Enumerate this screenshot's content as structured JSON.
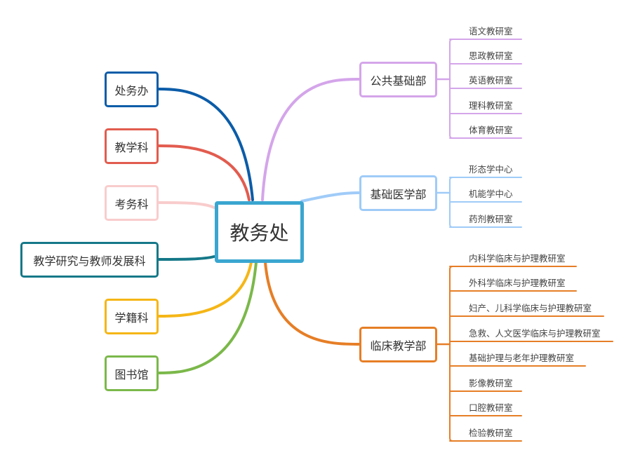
{
  "root": {
    "label": "教务处",
    "color": "#3aa6d0"
  },
  "left_branches": [
    {
      "label": "处务办",
      "color": "#0b5ca8"
    },
    {
      "label": "教学科",
      "color": "#e25c4f"
    },
    {
      "label": "考务科",
      "color": "#f9cccc"
    },
    {
      "label": "教学研究与教师发展科",
      "color": "#157888"
    },
    {
      "label": "学籍科",
      "color": "#f5b616"
    },
    {
      "label": "图书馆",
      "color": "#7bb84a"
    }
  ],
  "right_branches": [
    {
      "label": "公共基础部",
      "color": "#d4a5ea",
      "children": [
        "语文教研室",
        "思政教研室",
        "英语教研室",
        "理科教研室",
        "体育教研室"
      ]
    },
    {
      "label": "基础医学部",
      "color": "#9fcbf8",
      "children": [
        "形态学中心",
        "机能学中心",
        "药剂教研室"
      ]
    },
    {
      "label": "临床教学部",
      "color": "#e67e26",
      "children": [
        "内科学临床与护理教研室",
        "外科学临床与护理教研室",
        "妇产、儿科学临床与护理教研室",
        "急救、人文医学临床与护理教研室",
        "基础护理与老年护理教研室",
        "影像教研室",
        "口腔教研室",
        "检验教研室"
      ]
    }
  ]
}
